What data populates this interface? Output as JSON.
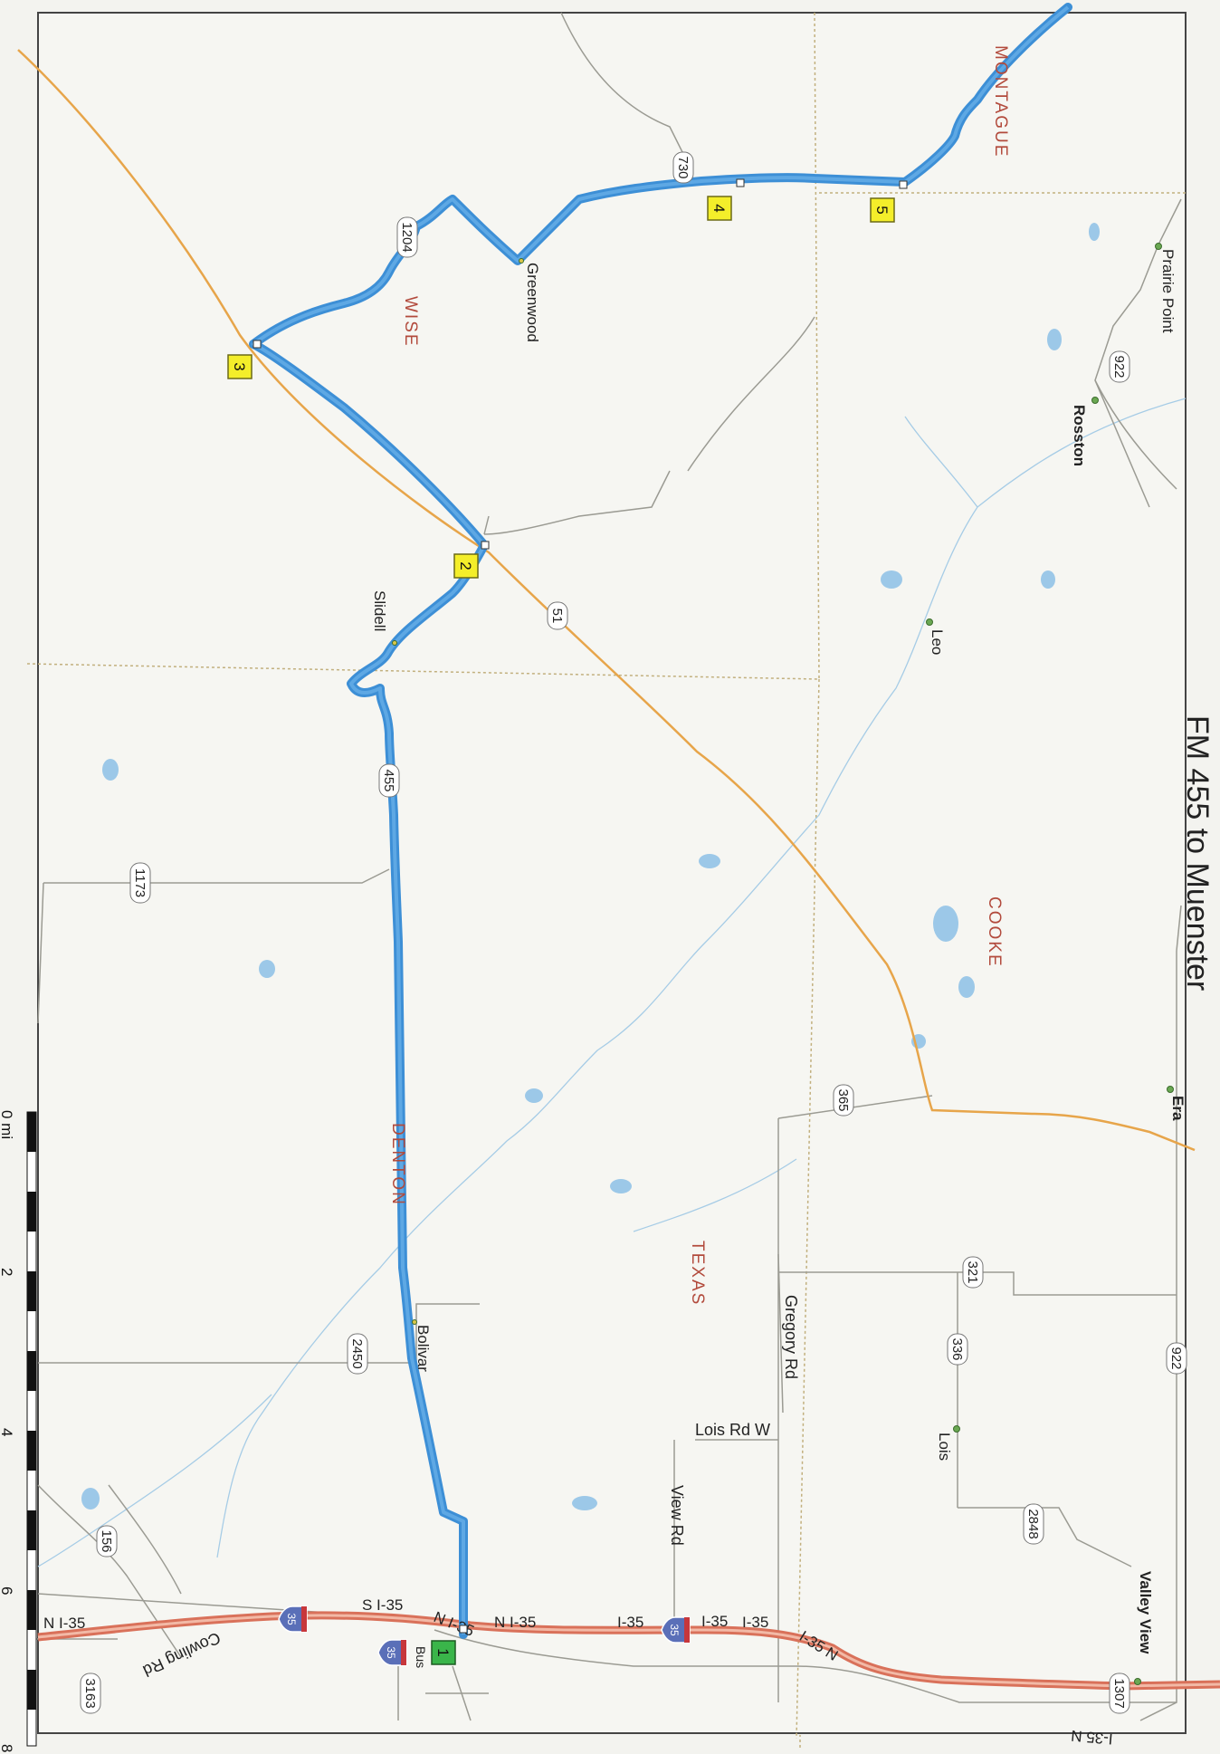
{
  "map": {
    "title": "FM 455 to Muenster",
    "scale": {
      "labels": [
        "0 mi",
        "2",
        "4",
        "6",
        "8"
      ]
    },
    "counties": [
      "MONTAGUE",
      "WISE",
      "COOKE",
      "DENTON",
      "TEXAS"
    ],
    "towns": [
      "Greenwood",
      "Slidell",
      "Leo",
      "Prairie Point",
      "Rosston",
      "Era",
      "Bolivar",
      "Lois",
      "Valley View"
    ],
    "roads": {
      "fm730": "730",
      "fm1204": "1204",
      "sh51": "51",
      "fm455": "455",
      "fm1173": "1173",
      "fm922a": "922",
      "fm922b": "922",
      "fm365": "365",
      "fm321": "321",
      "fm336": "336",
      "fm2450": "2450",
      "fm2848": "2848",
      "fm156": "156",
      "fm3163": "3163",
      "fm1307": "1307",
      "gregory": "Gregory Rd",
      "lois_w": "Lois Rd W",
      "view": "View Rd",
      "cowling": "Cowling Rd"
    },
    "interstate": {
      "shield": "35",
      "bus_shield": "35",
      "bus_label": "Bus",
      "labels": [
        "N I-35",
        "S I-35",
        "N I-35",
        "N I-35",
        "I-35",
        "I-35",
        "I-35",
        "I-35 N",
        "I-35 N"
      ]
    },
    "waypoints": [
      "1",
      "2",
      "3",
      "4",
      "5"
    ],
    "colors": {
      "route": "#3d8fd6",
      "interstate": "#e0876a",
      "highway": "#e8a64a",
      "road": "#9a9a92",
      "county_line": "#c9b98a",
      "water": "#8fc3e6",
      "waypoint_fill": "#f4ee2a",
      "start_fill": "#3ab54a",
      "county_text": "#b24a3c"
    }
  }
}
